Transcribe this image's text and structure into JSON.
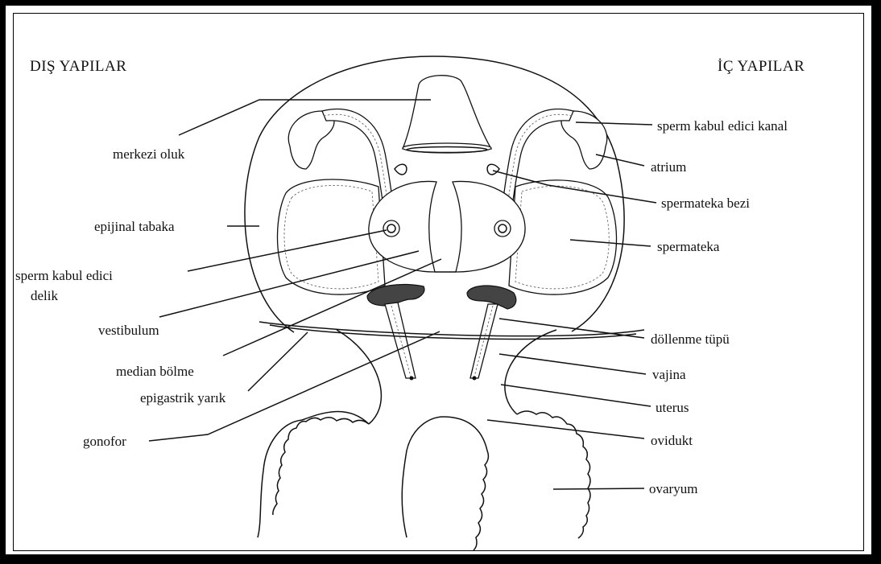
{
  "headings": {
    "left": "DIŞ YAPILAR",
    "right": "İÇ YAPILAR"
  },
  "labels_left": {
    "merkezi_oluk": "merkezi oluk",
    "epijinal_tabaka": "epijinal tabaka",
    "sperm_kabul_edici_delik_1": "sperm kabul edici",
    "sperm_kabul_edici_delik_2": "delik",
    "vestibulum": "vestibulum",
    "median_bolme": "median bölme",
    "epigastrik_yarik": "epigastrik yarık",
    "gonofor": "gonofor"
  },
  "labels_right": {
    "sperm_kabul_edici_kanal": "sperm kabul edici kanal",
    "atrium": "atrium",
    "spermateka_bezi": "spermateka bezi",
    "spermateka": "spermateka",
    "dollenme_tupu": "döllenme tüpü",
    "vajina": "vajina",
    "uterus": "uterus",
    "ovidukt": "ovidukt",
    "ovaryum": "ovaryum"
  }
}
